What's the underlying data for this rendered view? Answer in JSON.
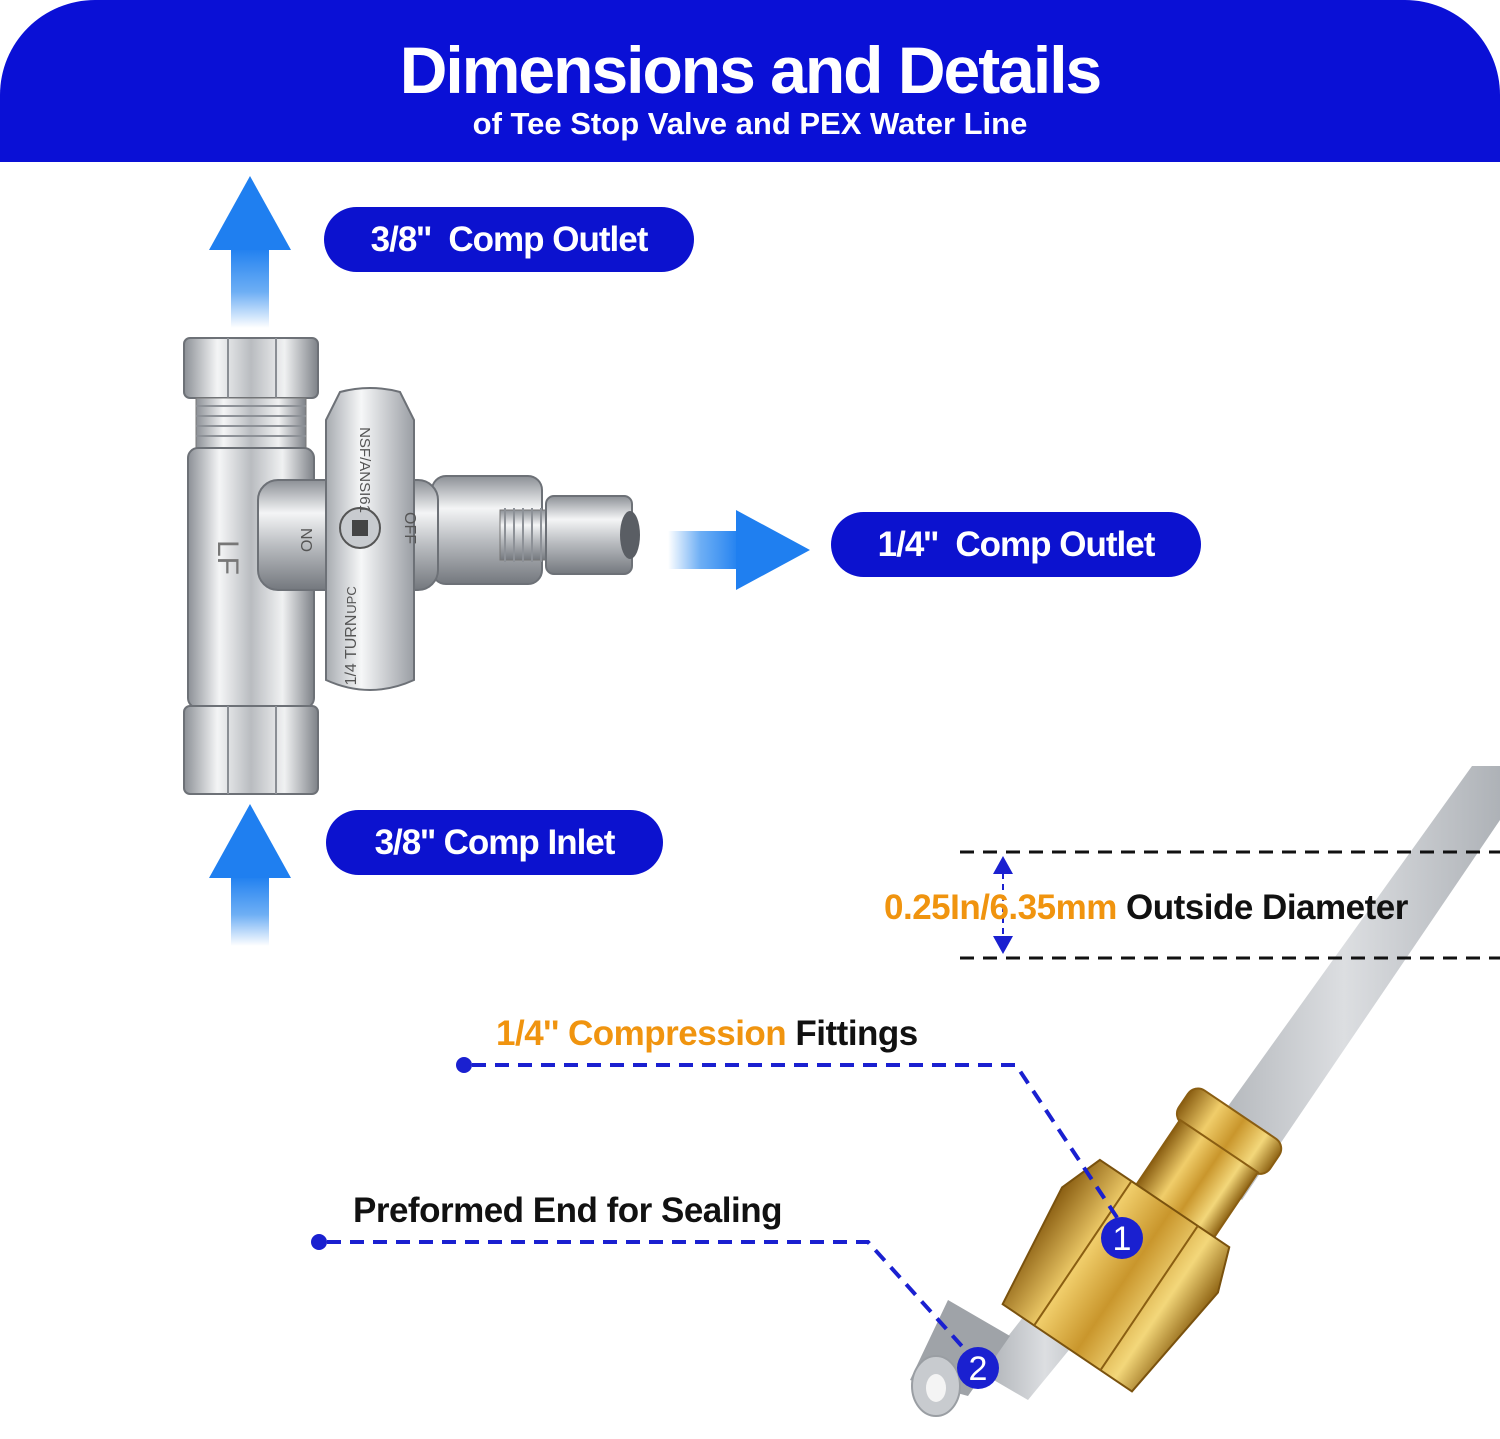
{
  "header": {
    "title": "Dimensions and Details",
    "subtitle": "of  Tee Stop Valve and PEX Water Line"
  },
  "labels": {
    "top_outlet": "3/8''  Comp Outlet",
    "side_outlet": "1/4''  Comp Outlet",
    "inlet": "3/8'' Comp Inlet"
  },
  "diameter": {
    "value": "0.25In/6.35mm",
    "text": " Outside Diameter"
  },
  "fittings": {
    "highlight": "1/4'' Compression",
    "text": " Fittings",
    "marker": "1"
  },
  "preformed": {
    "text": "Preformed End for Sealing",
    "marker": "2"
  },
  "valve_markings": {
    "handle_text": "NSF/ANSI61",
    "on": "ON",
    "off": "OFF",
    "turn": "1/4 TURN",
    "lf": "LF",
    "upc": "UPC"
  },
  "colors": {
    "header_blue": "#0a10d6",
    "pill_blue": "#0c12cf",
    "arrow_blue": "#2f8cf0",
    "orange": "#f0940f",
    "brass": "#d6a83a",
    "pex_gray": "#c9ccd0"
  }
}
